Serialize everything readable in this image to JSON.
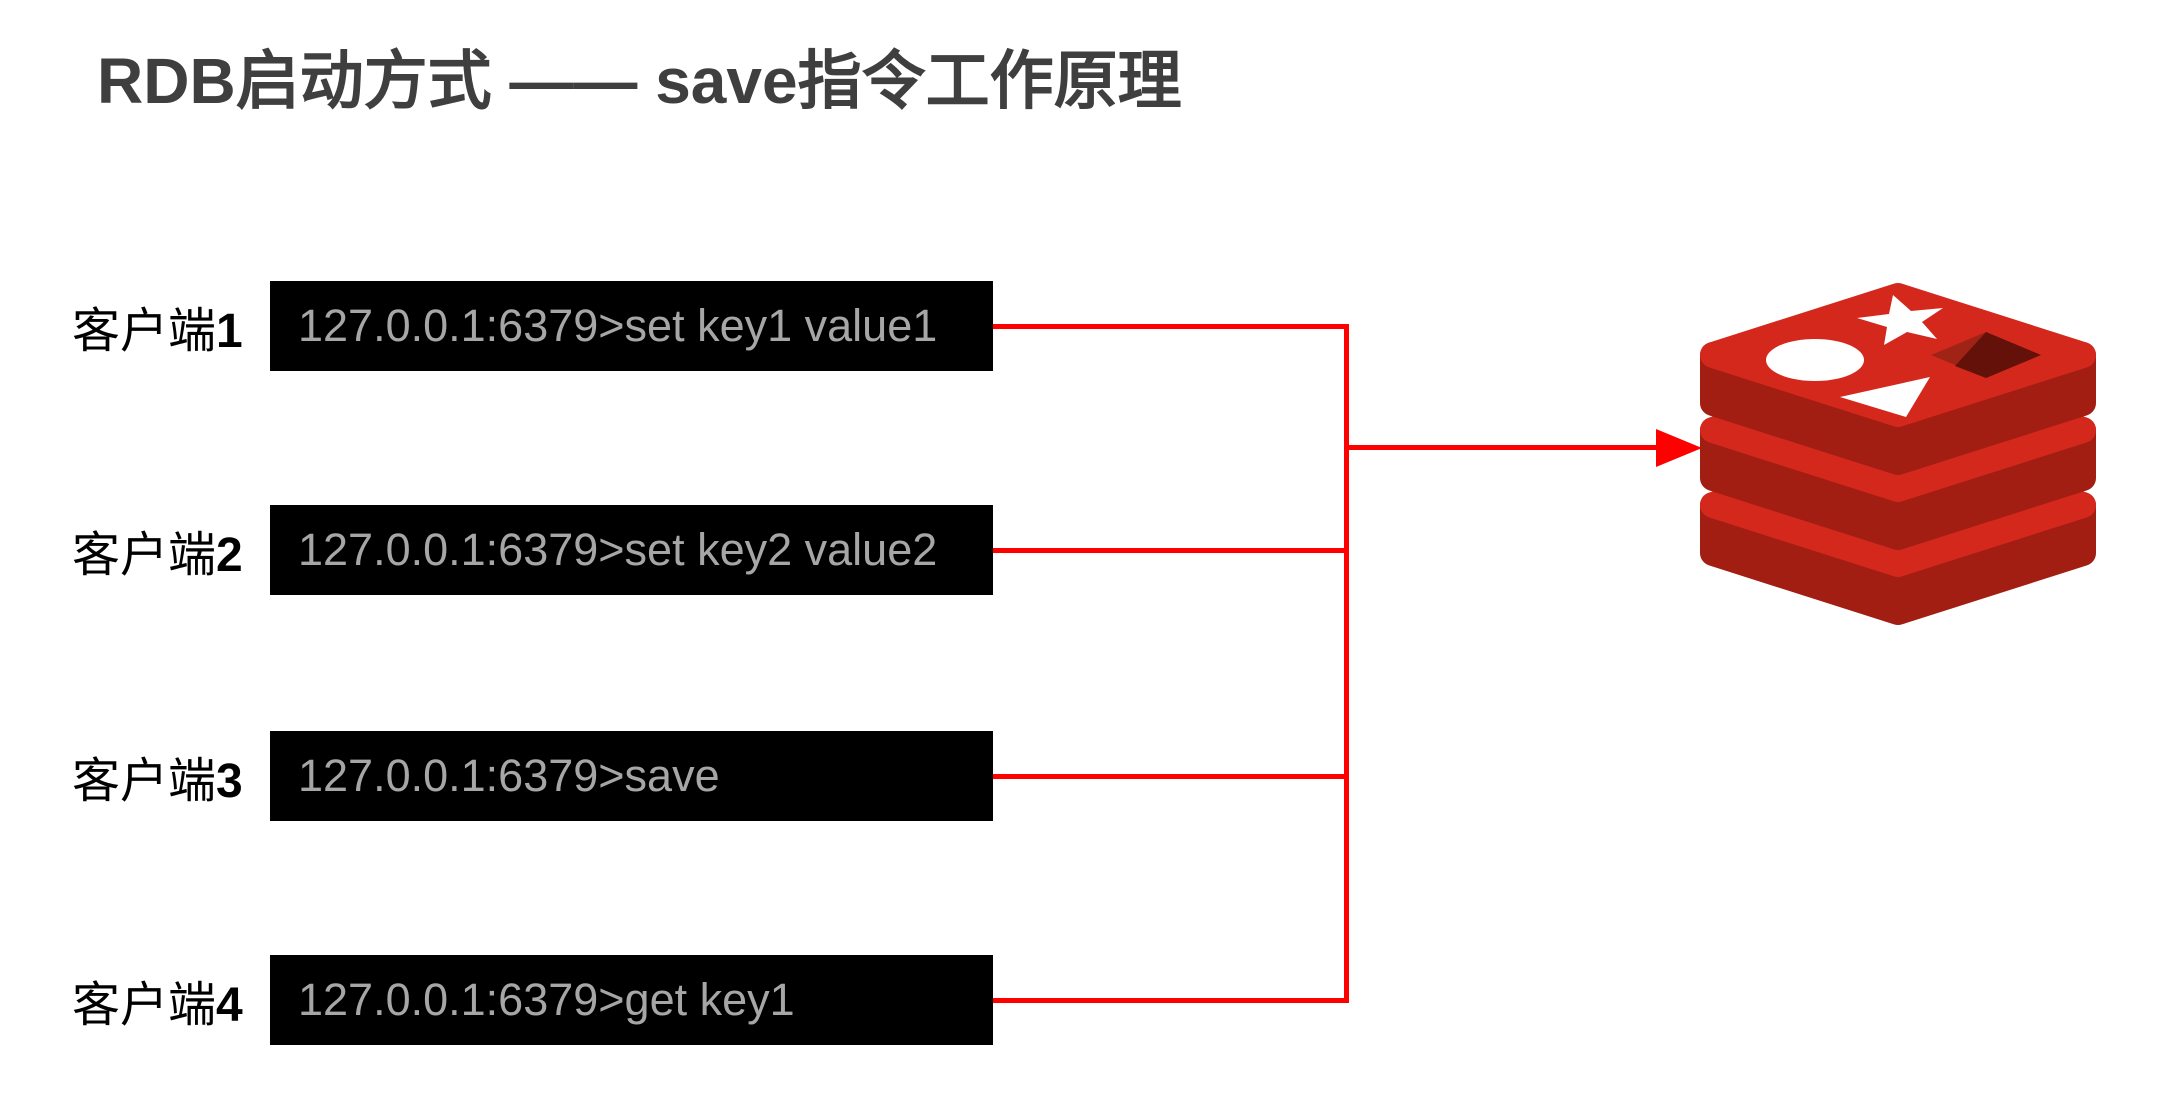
{
  "title": "RDB启动方式 —— save指令工作原理",
  "clients": [
    {
      "label_prefix": "客户端",
      "label_number": "1",
      "command": "127.0.0.1:6379>set key1 value1"
    },
    {
      "label_prefix": "客户端",
      "label_number": "2",
      "command": "127.0.0.1:6379>set key2 value2"
    },
    {
      "label_prefix": "客户端",
      "label_number": "3",
      "command": "127.0.0.1:6379>save"
    },
    {
      "label_prefix": "客户端",
      "label_number": "4",
      "command": "127.0.0.1:6379>get key1"
    }
  ],
  "server": {
    "icon": "redis-logo-icon"
  },
  "colors": {
    "title_text": "#3f3f3f",
    "terminal_bg": "#000000",
    "terminal_text": "#a6a6a6",
    "connector": "#ff0000",
    "redis_face": "#d5281d",
    "redis_side": "#a21d12",
    "redis_hole_rim": "#a02416",
    "redis_hole_core": "#641109"
  }
}
